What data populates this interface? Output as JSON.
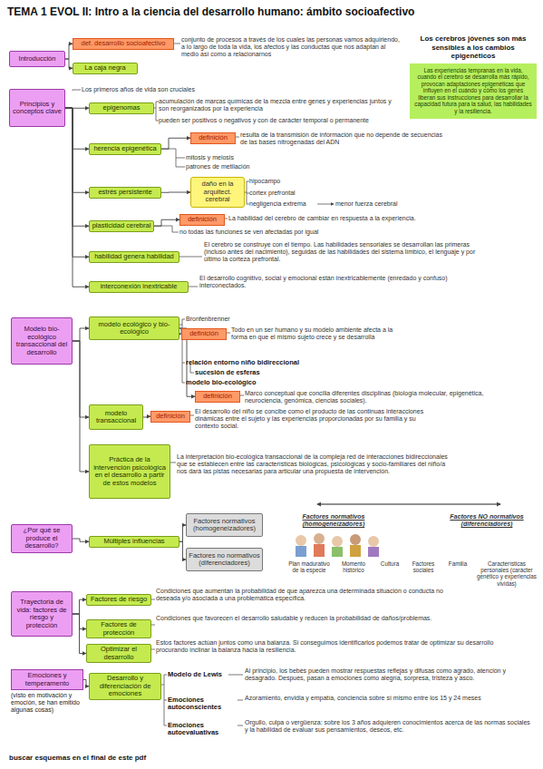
{
  "diagram": {
    "title": "TEMA 1 EVOL II: Intro a la ciencia del desarrollo humano: ámbito socioafectivo",
    "nodes": [
      {
        "text": [
          "Introducción"
        ]
      },
      {
        "text": [
          "def. desarrollo socioafectivo"
        ]
      },
      {
        "text": [
          "La caja negra"
        ]
      },
      {
        "text": [
          "Los cerebros jóvenes son más sensibles a los cambios epigenéticos",
          "Las experiencias tempranas en la vida, cuando el cerebro se desarrolla más rápido, provocan adaptaciones epigenéticas que influyen en el cuándo y cómo los genes liberan sus instrucciones para desarrollar la capacidad futura para la salud, las habilidades y la resiliencia."
        ]
      },
      {
        "text": [
          "Principios y conceptos clave"
        ]
      },
      {
        "text": [
          "epigenomas"
        ]
      },
      {
        "text": [
          "herencia epigenética"
        ]
      },
      {
        "text": [
          "definición"
        ]
      },
      {
        "text": [
          "estrés persistente"
        ]
      },
      {
        "text": [
          "daño en la arquitect. cerebral"
        ]
      },
      {
        "text": [
          "plasticidad cerebral"
        ]
      },
      {
        "text": [
          "definición"
        ]
      },
      {
        "text": [
          "habilidad genera habilidad"
        ]
      },
      {
        "text": [
          "interconexión inextricable"
        ]
      },
      {
        "text": [
          "Modelo bio-ecológico transaccional del desarrollo"
        ]
      },
      {
        "text": [
          "modelo ecológico y bio-ecológico"
        ]
      },
      {
        "text": [
          "definición"
        ]
      },
      {
        "text": [
          "definición"
        ]
      },
      {
        "text": [
          "modelo transaccional"
        ]
      },
      {
        "text": [
          "definición"
        ]
      },
      {
        "text": [
          "Práctica de la intervención psicológica en el desarrollo a partir de estos modelos"
        ]
      },
      {
        "text": [
          "¿Por qué se produce el desarrollo?"
        ]
      },
      {
        "text": [
          "Múltiples influencias"
        ]
      },
      {
        "text": [
          "Factores normativos (homogeneizadores)"
        ]
      },
      {
        "text": [
          "Factores no normativos (diferenciadores)"
        ]
      },
      {
        "text": [
          "Trayectoria de vida: factores de riesgo y protección"
        ]
      },
      {
        "text": [
          "Factores de riesgo"
        ]
      },
      {
        "text": [
          "Factores de protección"
        ]
      },
      {
        "text": [
          "Optimizar el desarrollo"
        ]
      },
      {
        "text": [
          "Emociones y temperamento",
          "(visto en motivación y emoción, se han emitido algunas cosas)"
        ]
      },
      {
        "text": [
          "Desarrollo y diferenciación de emociones"
        ]
      }
    ],
    "edges": [
      {
        "from": 0,
        "to": 1,
        "arrow": "to"
      },
      {
        "from": 0,
        "to": 2,
        "arrow": "to"
      },
      {
        "from": 4,
        "to": 5,
        "arrow": "to"
      },
      {
        "from": 4,
        "to": 6,
        "arrow": "to"
      },
      {
        "from": 4,
        "to": 8,
        "arrow": "to"
      },
      {
        "from": 4,
        "to": 10,
        "arrow": "to"
      },
      {
        "from": 4,
        "to": 12,
        "arrow": "to"
      },
      {
        "from": 4,
        "to": 13,
        "arrow": "to"
      },
      {
        "from": 6,
        "to": 7,
        "arrow": "to"
      },
      {
        "from": 8,
        "to": 9,
        "arrow": "to"
      },
      {
        "from": 10,
        "to": 11,
        "arrow": "to"
      },
      {
        "from": 14,
        "to": 15,
        "arrow": "to"
      },
      {
        "from": 14,
        "to": 18,
        "arrow": "to"
      },
      {
        "from": 14,
        "to": 20,
        "arrow": "to"
      },
      {
        "from": 15,
        "to": 16,
        "arrow": "to"
      },
      {
        "from": 15,
        "to": 17,
        "arrow": "to"
      },
      {
        "from": 18,
        "to": 19,
        "arrow": "to"
      },
      {
        "from": 21,
        "to": 22,
        "arrow": "to"
      },
      {
        "from": 22,
        "to": 23,
        "arrow": "to"
      },
      {
        "from": 22,
        "to": 24,
        "arrow": "to"
      },
      {
        "from": 25,
        "to": 26,
        "arrow": "to"
      },
      {
        "from": 25,
        "to": 27,
        "arrow": "to"
      },
      {
        "from": 25,
        "to": 28,
        "arrow": "to"
      },
      {
        "from": 29,
        "to": 30,
        "arrow": "to"
      }
    ],
    "labels": [
      "conjunto de procesos a través de los cuales las personas vamos adquiriendo, a lo largo de toda la vida, los afectos y las conductas que nos adaptan al medio así como a relacionarnos",
      "Los primeros años de vida son cruciales",
      "acumulación de marcas químicas de la mezcla entre genes y experiencias juntos y son reorganizados por la experiencia",
      "pueden ser positivos o negativos y con de carácter temporal o permanente",
      "resulta de la transmisión de información que no depende de secuencias de las bases nitrogenadas del ADN",
      "mitosis y meiosis",
      "patrones de metilación",
      "hipocampo",
      "córtex prefrontal",
      "negligencia extrema",
      "menor fuerza cerebral",
      "La habilidad del cerebro de cambiar en respuesta a la experiencia.",
      "no todas las funciones se ven afectadas por igual",
      "El cerebro se construye con el tiempo. Las habilidades sensoriales se desarrollan las primeras (incluso antes del nacimiento), seguidas de las habilidades del sistema límbico, el lenguaje y por último la corteza prefrontal.",
      "El desarrollo cognitivo, social y emocional están inextricablemente (enredado y confuso) interconectados.",
      "Bronfenbrenner",
      "Todo en un ser humano y su modelo ambiente afecta a la forma en que el mismo sujeto crece y se desarrolla",
      "relación entorno niño bidireccional",
      "sucesión de esferas",
      "modelo bio-ecológico",
      "Marco conceptual que concilia diferentes disciplinas (biología molecular, epigenética, neurociencia, genómica, ciencias sociales).",
      "El desarrollo del niño se concibe como el producto de las continuas interacciones dinámicas entre el sujeto y las experiencias proporcionadas por su familia y su contexto social.",
      "La interpretación bio-ecológica transaccional de la compleja red de interacciones bidireccionales que se establecen entre las características biológicas, psicológicas y socio-familiares del niño/a nos dará las pistas necesarias para articular una propuesta de intervención.",
      "Factores normativos (homogeneizadores)",
      "Factores NO normativos (diferenciadores)",
      "Plan madurativo de la especie",
      "Momento histórico",
      "Cultura",
      "Factores sociales",
      "Familia",
      "Características personales (carácter genético y experiencias vividas)",
      "Condiciones que aumentan la probabilidad de que aparezca una determinada situación o conducta no deseada y/o asociada a una problemática específica.",
      "Condiciones que favorecen el desarrollo saludable y reducen la probabilidad de daños/problemas.",
      "Estos factores actúan juntos como una balanza. Si conseguimos identificarlos podemos tratar de optimizar su desarrollo procurando inclinar la balanza hacia la resiliencia.",
      "Modelo de Lewis",
      "Al principio, los bebés pueden mostrar respuestas reflejas y difusas como agrado, atención y desagrado. Después, pasan a emociones como alegría, sorpresa, tristeza y asco.",
      "Emociones autoconscientes",
      "Azoramiento, envidia y empatía, conciencia sobre sí mismo entre los 15 y 24 meses",
      "Emociones autoevaluativas",
      "Orgullo, culpa o vergüenza: sobre los 3 años adquieren conocimientos acerca de las normas sociales y la habilidad de evaluar sus pensamientos, deseos, etc.",
      "buscar esquemas en el final de este pdf"
    ]
  }
}
